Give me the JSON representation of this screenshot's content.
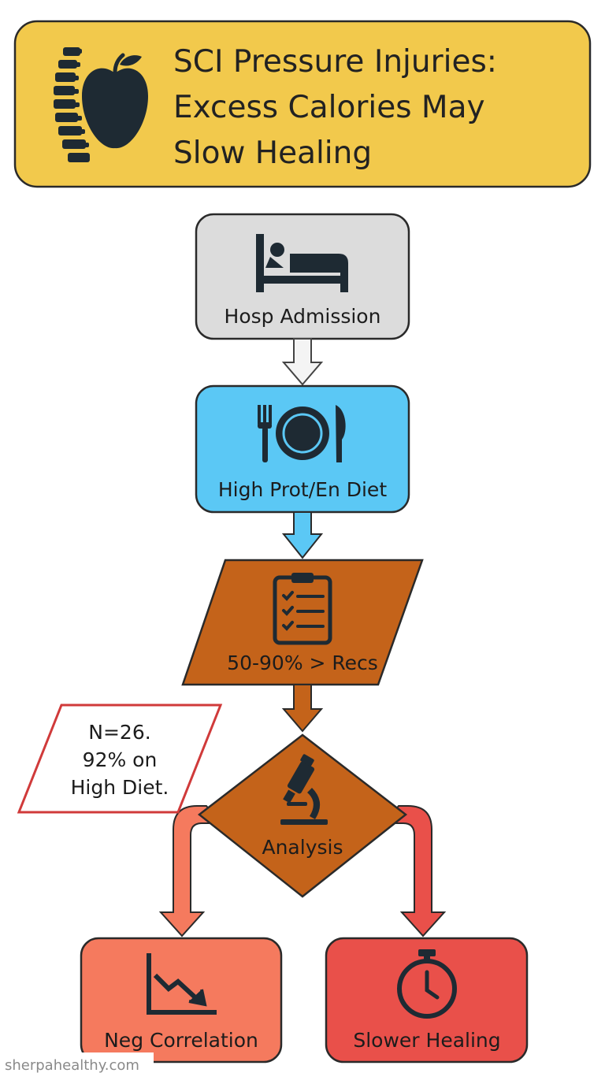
{
  "title": {
    "line1": "SCI Pressure Injuries:",
    "line2": "Excess Calories May",
    "line3": "Slow Healing"
  },
  "nodes": {
    "admission": {
      "label": "Hosp Admission",
      "icon": "hospital-bed-icon"
    },
    "diet": {
      "label": "High Prot/En Diet",
      "icon": "fork-plate-knife-icon"
    },
    "recs": {
      "label": "50-90% > Recs",
      "icon": "clipboard-checklist-icon"
    },
    "analysis": {
      "label": "Analysis",
      "icon": "microscope-icon"
    },
    "correlation": {
      "label": "Neg Correlation",
      "icon": "trend-down-chart-icon"
    },
    "healing": {
      "label": "Slower Healing",
      "icon": "stopwatch-icon"
    }
  },
  "note": {
    "line1": "N=26.",
    "line2": "92% on",
    "line3": "High Diet."
  },
  "watermark": "sherpahealthy.com",
  "colors": {
    "title_bg": "#f2c94c",
    "admission_bg": "#dcdcdc",
    "diet_bg": "#5bc8f5",
    "process_bg": "#c4631a",
    "correlation_bg": "#f57a5e",
    "healing_bg": "#e9504a",
    "note_border": "#d03a3a",
    "outline": "#2a2a2a"
  }
}
